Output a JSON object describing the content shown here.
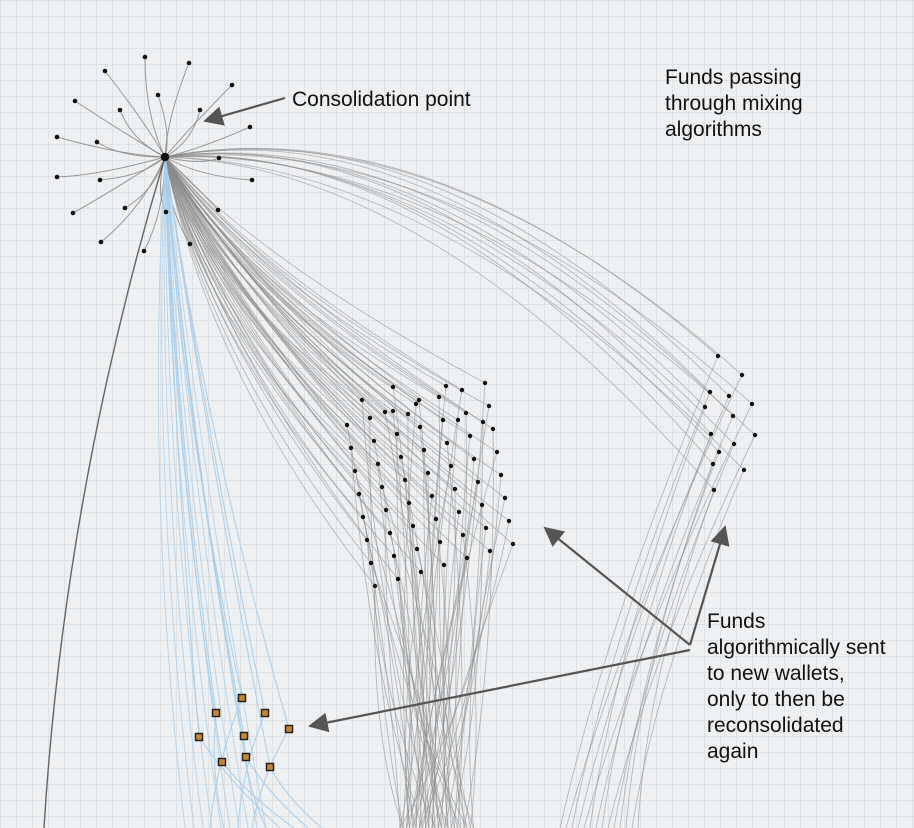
{
  "annotations": {
    "consolidation": "Consolidation point",
    "mixing": "Funds passing\nthrough mixing\nalgorithms",
    "new_wallets": "Funds\nalgorithmically sent\nto new wallets,\nonly to then be\nreconsolidated\nagain"
  },
  "colors": {
    "edge": "#8a8a8a",
    "edge_highlight": "#a9cdea",
    "node": "#111111",
    "node_highlight": "#c8862a",
    "arrow": "#555555"
  }
}
